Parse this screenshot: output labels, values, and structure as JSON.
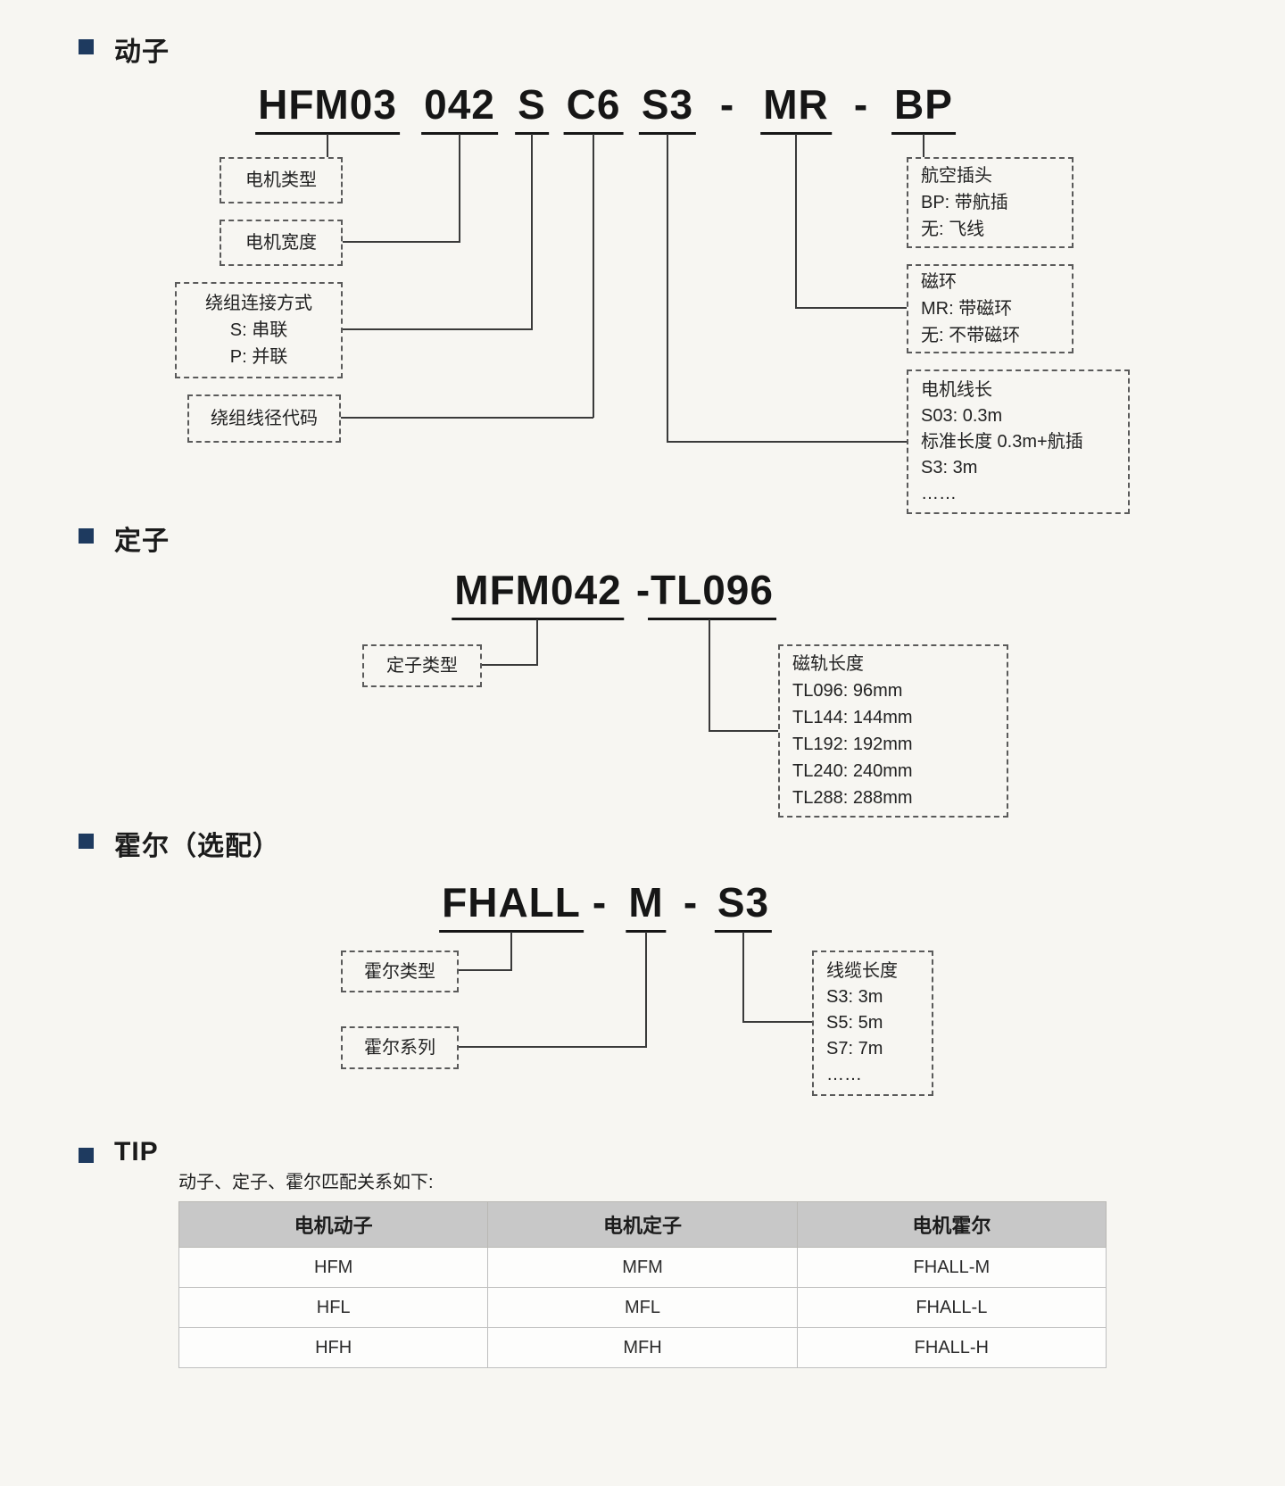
{
  "colors": {
    "background": "#f7f6f2",
    "bullet": "#1e3a5f",
    "connector_line": "#3a3a3a",
    "table_header_bg": "#c8c8c8"
  },
  "mover": {
    "title": "动子",
    "code": {
      "seg1": "HFM03",
      "seg2": "042",
      "seg3": "S",
      "seg4": "C6",
      "seg5": "S3",
      "dash1": "-",
      "seg6": "MR",
      "dash2": "-",
      "seg7": "BP"
    },
    "boxes": {
      "motor_type": {
        "lines": [
          "电机类型"
        ]
      },
      "motor_width": {
        "lines": [
          "电机宽度"
        ]
      },
      "winding_connection": {
        "lines": [
          "绕组连接方式",
          "S: 串联",
          "P: 并联"
        ]
      },
      "winding_wire_code": {
        "lines": [
          "绕组线径代码"
        ]
      },
      "aviation_plug": {
        "lines": [
          "航空插头",
          "BP: 带航插",
          "无: 飞线"
        ]
      },
      "magnetic_ring": {
        "lines": [
          "磁环",
          "MR: 带磁环",
          "无: 不带磁环"
        ]
      },
      "motor_cable_length": {
        "lines": [
          "电机线长",
          "S03: 0.3m",
          "标准长度 0.3m+航插",
          "S3: 3m",
          "……"
        ]
      }
    }
  },
  "stator": {
    "title": "定子",
    "code": {
      "seg1": "MFM042",
      "dash1": "-",
      "seg2": "TL096"
    },
    "boxes": {
      "stator_type": {
        "lines": [
          "定子类型"
        ]
      },
      "track_length": {
        "lines": [
          "磁轨长度",
          "TL096: 96mm",
          "TL144: 144mm",
          "TL192: 192mm",
          "TL240: 240mm",
          "TL288: 288mm"
        ]
      }
    }
  },
  "hall": {
    "title": "霍尔（选配）",
    "code": {
      "seg1": "FHALL",
      "dash1": "-",
      "seg2": "M",
      "dash2": "-",
      "seg3": "S3"
    },
    "boxes": {
      "hall_type": {
        "lines": [
          "霍尔类型"
        ]
      },
      "hall_series": {
        "lines": [
          "霍尔系列"
        ]
      },
      "cable_length": {
        "lines": [
          "线缆长度",
          "S3: 3m",
          "S5: 5m",
          "S7: 7m",
          "……"
        ]
      }
    }
  },
  "tip": {
    "title": "TIP",
    "note": "动子、定子、霍尔匹配关系如下:",
    "table": {
      "headers": [
        "电机动子",
        "电机定子",
        "电机霍尔"
      ],
      "rows": [
        [
          "HFM",
          "MFM",
          "FHALL-M"
        ],
        [
          "HFL",
          "MFL",
          "FHALL-L"
        ],
        [
          "HFH",
          "MFH",
          "FHALL-H"
        ]
      ]
    }
  }
}
